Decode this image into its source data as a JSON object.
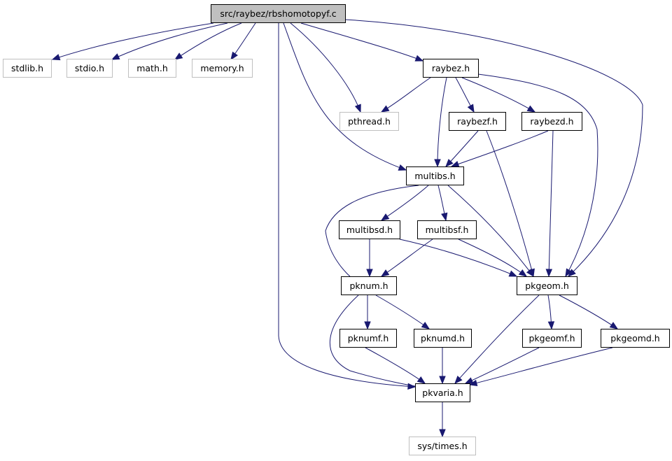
{
  "colors": {
    "edge": "#191970",
    "box_normal": "#000000",
    "box_external": "#bfbfbf",
    "fill_normal": "#ffffff",
    "fill_root": "#bfbfbf",
    "text": "#000000"
  },
  "nodes": [
    {
      "id": "root",
      "label": "src/raybez/rbshomotopyf.c",
      "kind": "root"
    },
    {
      "id": "stdlib",
      "label": "stdlib.h",
      "kind": "external"
    },
    {
      "id": "stdio",
      "label": "stdio.h",
      "kind": "external"
    },
    {
      "id": "math",
      "label": "math.h",
      "kind": "external"
    },
    {
      "id": "memory",
      "label": "memory.h",
      "kind": "external"
    },
    {
      "id": "raybez",
      "label": "raybez.h",
      "kind": "normal"
    },
    {
      "id": "pthread",
      "label": "pthread.h",
      "kind": "external"
    },
    {
      "id": "raybezf",
      "label": "raybezf.h",
      "kind": "normal"
    },
    {
      "id": "raybezd",
      "label": "raybezd.h",
      "kind": "normal"
    },
    {
      "id": "multibs",
      "label": "multibs.h",
      "kind": "normal"
    },
    {
      "id": "multibsd",
      "label": "multibsd.h",
      "kind": "normal"
    },
    {
      "id": "multibsf",
      "label": "multibsf.h",
      "kind": "normal"
    },
    {
      "id": "pknum",
      "label": "pknum.h",
      "kind": "normal"
    },
    {
      "id": "pkgeom",
      "label": "pkgeom.h",
      "kind": "normal"
    },
    {
      "id": "pknumf",
      "label": "pknumf.h",
      "kind": "normal"
    },
    {
      "id": "pknumd",
      "label": "pknumd.h",
      "kind": "normal"
    },
    {
      "id": "pkgeomf",
      "label": "pkgeomf.h",
      "kind": "normal"
    },
    {
      "id": "pkgeomd",
      "label": "pkgeomd.h",
      "kind": "normal"
    },
    {
      "id": "pkvaria",
      "label": "pkvaria.h",
      "kind": "normal"
    },
    {
      "id": "systimes",
      "label": "sys/times.h",
      "kind": "external"
    }
  ],
  "edges": [
    {
      "from": "root",
      "to": "stdlib"
    },
    {
      "from": "root",
      "to": "stdio"
    },
    {
      "from": "root",
      "to": "math"
    },
    {
      "from": "root",
      "to": "memory"
    },
    {
      "from": "root",
      "to": "raybez"
    },
    {
      "from": "root",
      "to": "pthread"
    },
    {
      "from": "root",
      "to": "multibs"
    },
    {
      "from": "root",
      "to": "pkgeom"
    },
    {
      "from": "root",
      "to": "pkvaria"
    },
    {
      "from": "raybez",
      "to": "pthread"
    },
    {
      "from": "raybez",
      "to": "raybezf"
    },
    {
      "from": "raybez",
      "to": "raybezd"
    },
    {
      "from": "raybez",
      "to": "multibs"
    },
    {
      "from": "raybez",
      "to": "pkgeom"
    },
    {
      "from": "raybezf",
      "to": "multibs"
    },
    {
      "from": "raybezf",
      "to": "pkgeom"
    },
    {
      "from": "raybezd",
      "to": "multibs"
    },
    {
      "from": "raybezd",
      "to": "pkgeom"
    },
    {
      "from": "multibs",
      "to": "multibsd"
    },
    {
      "from": "multibs",
      "to": "multibsf"
    },
    {
      "from": "multibs",
      "to": "pknum"
    },
    {
      "from": "multibs",
      "to": "pkgeom"
    },
    {
      "from": "multibsd",
      "to": "pknum"
    },
    {
      "from": "multibsd",
      "to": "pkgeom"
    },
    {
      "from": "multibsf",
      "to": "pknum"
    },
    {
      "from": "multibsf",
      "to": "pkgeom"
    },
    {
      "from": "pknum",
      "to": "pknumf"
    },
    {
      "from": "pknum",
      "to": "pknumd"
    },
    {
      "from": "pknum",
      "to": "pkvaria"
    },
    {
      "from": "pkgeom",
      "to": "pkgeomf"
    },
    {
      "from": "pkgeom",
      "to": "pkgeomd"
    },
    {
      "from": "pkgeom",
      "to": "pkvaria"
    },
    {
      "from": "pknumf",
      "to": "pkvaria"
    },
    {
      "from": "pknumd",
      "to": "pkvaria"
    },
    {
      "from": "pkgeomf",
      "to": "pkvaria"
    },
    {
      "from": "pkgeomd",
      "to": "pkvaria"
    },
    {
      "from": "pkvaria",
      "to": "systimes"
    }
  ]
}
